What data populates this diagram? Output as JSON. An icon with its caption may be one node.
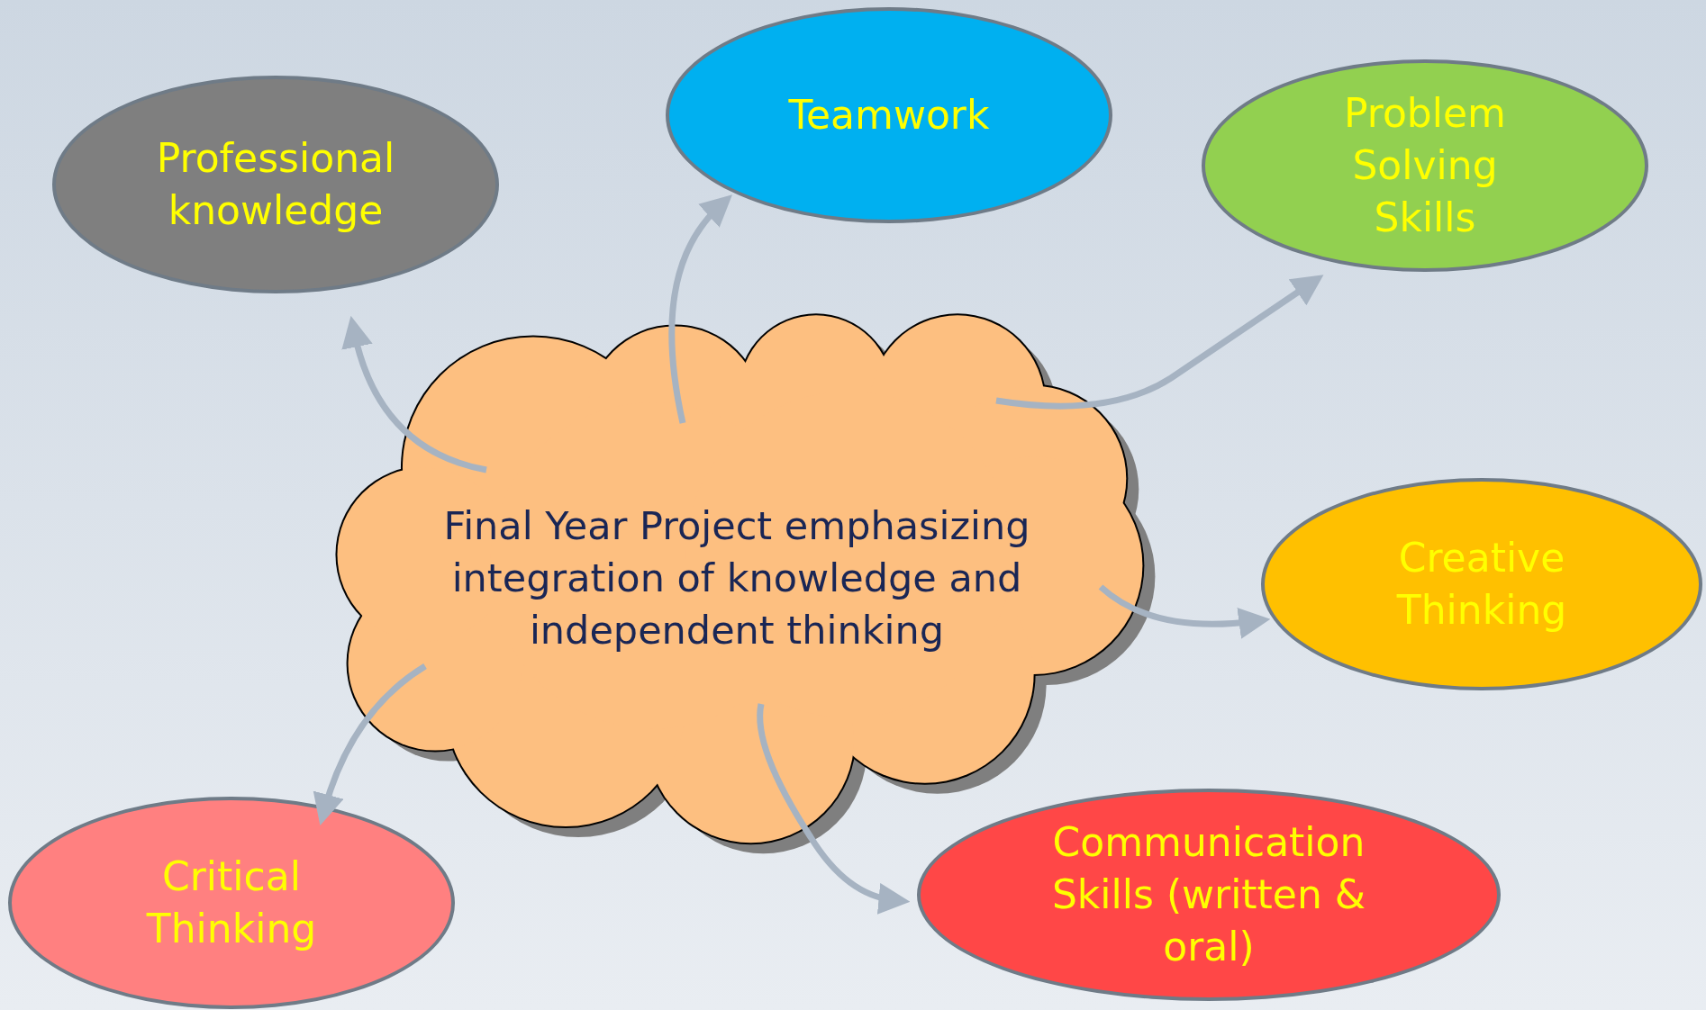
{
  "diagram": {
    "nodes": [
      {
        "text": [
          "Professional knowledge"
        ]
      },
      {
        "text": [
          "Teamwork"
        ]
      },
      {
        "text": [
          "Problem Solving Skills"
        ]
      },
      {
        "text": [
          "Final Year Project emphasizing integration of knowledge and independent thinking"
        ]
      },
      {
        "text": [
          "Creative Thinking"
        ]
      },
      {
        "text": [
          "Communication Skills (written & oral)"
        ]
      },
      {
        "text": [
          "Critical Thinking"
        ]
      }
    ],
    "edges": [
      {
        "from": 3,
        "to": 0,
        "arrow": "to"
      },
      {
        "from": 3,
        "to": 1,
        "arrow": "to"
      },
      {
        "from": 3,
        "to": 2,
        "arrow": "to"
      },
      {
        "from": 3,
        "to": 4,
        "arrow": "to"
      },
      {
        "from": 3,
        "to": 5,
        "arrow": "to"
      },
      {
        "from": 3,
        "to": 6,
        "arrow": "to"
      }
    ]
  }
}
